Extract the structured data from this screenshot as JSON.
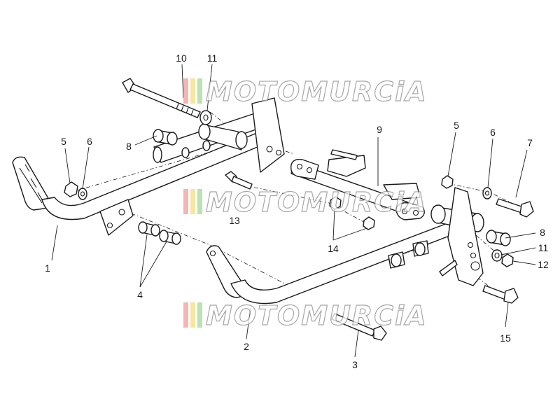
{
  "watermark": {
    "text": "MOTOMURCiA",
    "stripe_colors": [
      "#f2a3a3",
      "#f5e08a",
      "#a9dba0"
    ]
  },
  "callouts": [
    {
      "id": "c1",
      "text": "1"
    },
    {
      "id": "c2",
      "text": "2"
    },
    {
      "id": "c3",
      "text": "3"
    },
    {
      "id": "c4",
      "text": "4"
    },
    {
      "id": "c5a",
      "text": "5"
    },
    {
      "id": "c6a",
      "text": "6"
    },
    {
      "id": "c8a",
      "text": "8"
    },
    {
      "id": "c10",
      "text": "10"
    },
    {
      "id": "c11a",
      "text": "11"
    },
    {
      "id": "c9",
      "text": "9"
    },
    {
      "id": "c5b",
      "text": "5"
    },
    {
      "id": "c6b",
      "text": "6"
    },
    {
      "id": "c7",
      "text": "7"
    },
    {
      "id": "c8b",
      "text": "8"
    },
    {
      "id": "c11b",
      "text": "11"
    },
    {
      "id": "c12",
      "text": "12"
    },
    {
      "id": "c13",
      "text": "13"
    },
    {
      "id": "c14",
      "text": "14"
    },
    {
      "id": "c15",
      "text": "15"
    }
  ]
}
